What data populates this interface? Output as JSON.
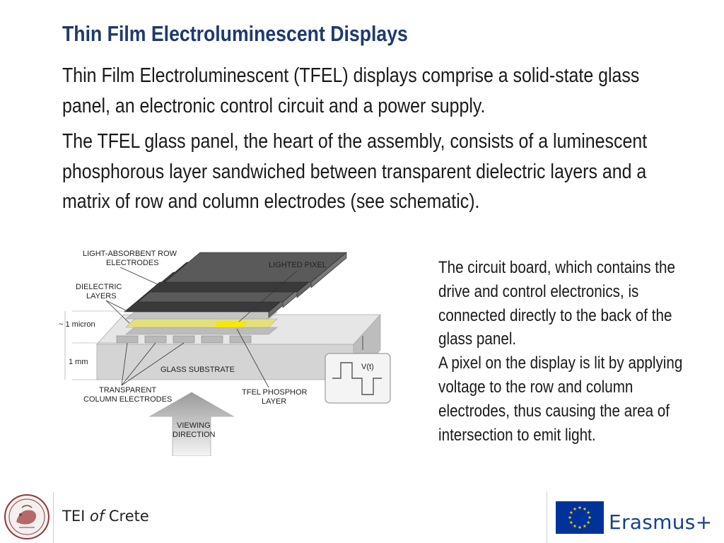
{
  "slide": {
    "title": "Thin Film Electroluminescent Displays",
    "paragraph1": "Thin Film Electroluminescent (TFEL) displays comprise a solid-state glass panel, an electronic control circuit and a power supply.",
    "paragraph2": "The TFEL glass panel, the heart of the assembly, consists of a luminescent phosphorous layer sandwiched between transparent dielectric layers and a matrix of row and column electrodes (see schematic)."
  },
  "side_note": {
    "paragraph1": "The circuit board, which contains the drive and control electronics, is connected directly to the back of the glass panel.",
    "paragraph2": "A pixel on the display is lit by applying voltage to the row and column electrodes, thus causing the area of intersection to emit light."
  },
  "diagram": {
    "row_electrodes_line1": "LIGHT-ABSORBENT ROW",
    "row_electrodes_line2": "ELECTRODES",
    "lighted_pixel": "LIGHTED PIXEL",
    "dielectric_line1": "DIELECTRIC",
    "dielectric_line2": "LAYERS",
    "micron": "~ 1 micron",
    "mm": "1 mm",
    "glass_substrate": "GLASS SUBSTRATE",
    "column_line1": "TRANSPARENT",
    "column_line2": "COLUMN ELECTRODES",
    "phosphor_line1": "TFEL PHOSPHOR",
    "phosphor_line2": "LAYER",
    "viewing_line1": "VIEWING",
    "viewing_line2": "DIRECTION",
    "voltage": "V(t)",
    "colors": {
      "phosphor": "#e3e07a",
      "lit_pixel": "#f5e60c",
      "row_electrode": "#3a3a3a",
      "substrate": "#d4d4d4"
    }
  },
  "footer": {
    "institution_prefix": "TEI ",
    "institution_italic": "of",
    "institution_suffix": " Crete",
    "program": "Erasmus+",
    "logo_icon": "tei-crete-seal-icon",
    "flag_icon": "eu-flag-icon"
  },
  "colors": {
    "title": "#1f3a6e",
    "erasmus_blue": "#15418c",
    "eu_flag_blue": "#003399",
    "eu_star": "#ffcc00"
  }
}
